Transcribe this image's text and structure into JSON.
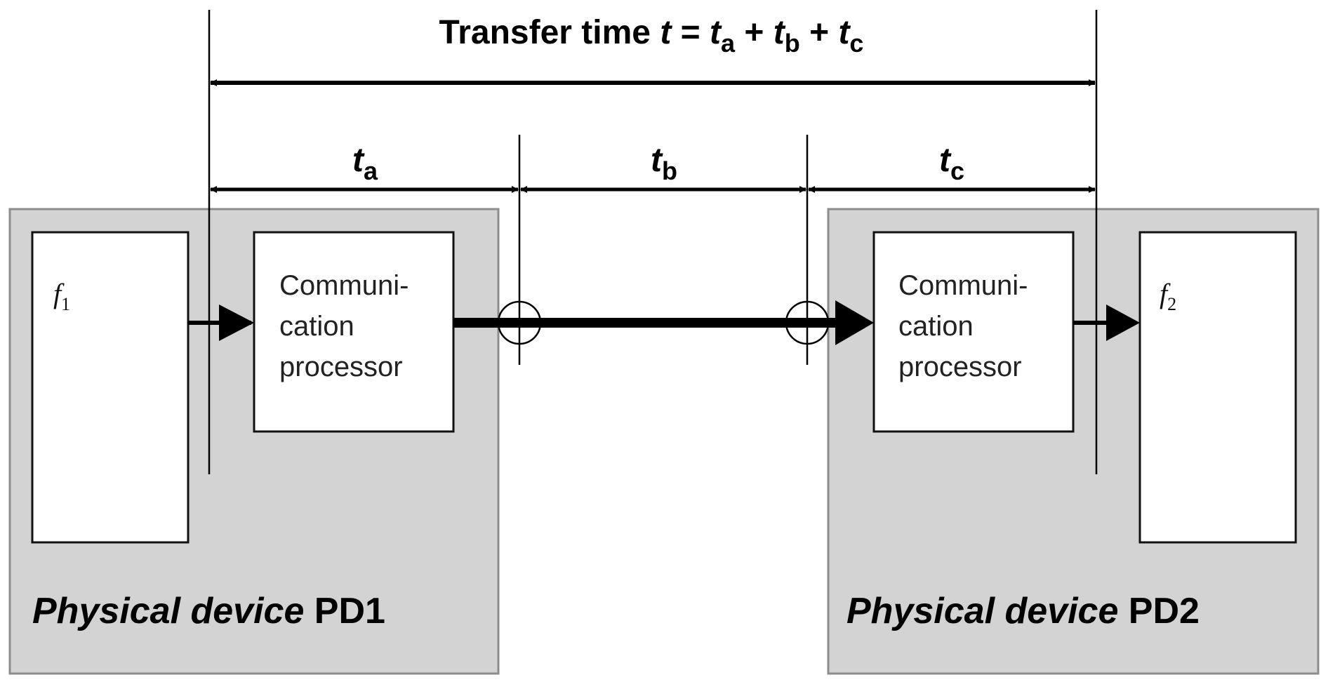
{
  "title": {
    "prefix": "Transfer time ",
    "t": "t",
    "eq": " = ",
    "ta_t": "t",
    "ta_sub": "a",
    "plus1": " + ",
    "tb_t": "t",
    "tb_sub": "b",
    "plus2": " + ",
    "tc_t": "t",
    "tc_sub": "c"
  },
  "segments": {
    "ta": {
      "t": "t",
      "sub": "a"
    },
    "tb": {
      "t": "t",
      "sub": "b"
    },
    "tc": {
      "t": "t",
      "sub": "c"
    }
  },
  "pd1": {
    "label_italic": "Physical device",
    "label_plain": " PD1",
    "function": {
      "f": "f",
      "sub": "1"
    },
    "processor_lines": [
      "Communi-",
      "cation",
      "processor"
    ]
  },
  "pd2": {
    "label_italic": "Physical device",
    "label_plain": " PD2",
    "function": {
      "f": "f",
      "sub": "2"
    },
    "processor_lines": [
      "Communi-",
      "cation",
      "processor"
    ]
  },
  "colors": {
    "device_fill": "#d3d3d3",
    "device_stroke": "#8c8c8c",
    "line": "#000000"
  }
}
